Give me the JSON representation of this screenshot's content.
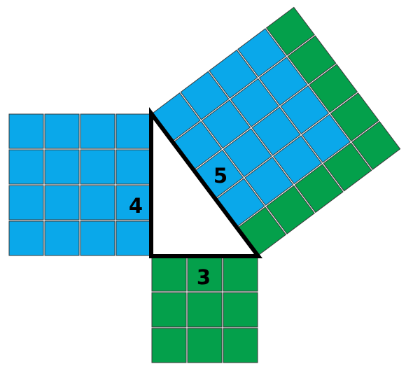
{
  "colors": {
    "blue": "#0aa8ea",
    "green": "#04a04b",
    "grid_line": "#3a3a3a",
    "triangle_fill": "#ffffff",
    "triangle_stroke": "#000000"
  },
  "squares": [
    {
      "id": "square-side-3",
      "size": 3,
      "label": "3"
    },
    {
      "id": "square-side-4",
      "size": 4,
      "label": "4"
    },
    {
      "id": "square-side-5",
      "size": 5,
      "label": "5"
    }
  ],
  "hypotenuse_square": {
    "blue_region_size": 4,
    "green_border_cells": 9
  },
  "labels": {
    "leg_horizontal": "3",
    "leg_vertical": "4",
    "hypotenuse": "5"
  }
}
